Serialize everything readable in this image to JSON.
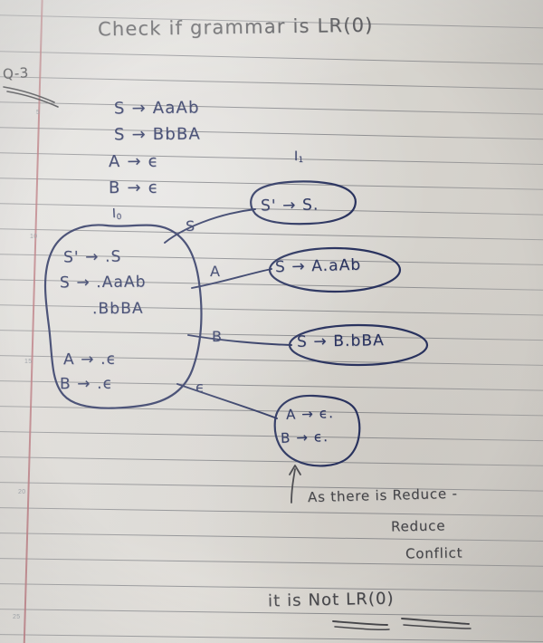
{
  "page": {
    "medium": "handwritten-notebook-page",
    "ink_color": "#2b3563",
    "pencil_color": "#4a4a4e",
    "paper_color": "#e6e4e0",
    "rule_color": "#6e7076",
    "margin_color": "#c4767c"
  },
  "title": "Check if grammar is LR(0)",
  "question_label": "Q-3",
  "line_numbers": [
    "5",
    "10",
    "15",
    "20",
    "25"
  ],
  "grammar": {
    "productions": [
      "S → AaAb",
      "S → BbBA",
      "A → ϵ",
      "B → ϵ"
    ]
  },
  "automaton": {
    "states": [
      {
        "id": "I0",
        "label": "I",
        "label_sub": "0",
        "items": [
          "S' → .S",
          "S → .AaAb",
          ".BbBA",
          "A → .ϵ",
          "B → .ϵ"
        ]
      },
      {
        "id": "I1",
        "label": "I",
        "label_sub": "1",
        "items": [
          "S' → S."
        ]
      },
      {
        "id": "I2",
        "label": "",
        "label_sub": "",
        "items": [
          "S → A.aAb"
        ]
      },
      {
        "id": "I3",
        "label": "",
        "label_sub": "",
        "items": [
          "S → B.bBA"
        ]
      },
      {
        "id": "I4",
        "label": "",
        "label_sub": "",
        "items": [
          "A → ϵ.",
          "B → ϵ."
        ]
      }
    ],
    "transitions": [
      {
        "from": "I0",
        "to": "I1",
        "symbol": "S"
      },
      {
        "from": "I0",
        "to": "I2",
        "symbol": "A"
      },
      {
        "from": "I0",
        "to": "I3",
        "symbol": "B"
      },
      {
        "from": "I0",
        "to": "I4",
        "symbol": "ϵ"
      }
    ]
  },
  "annotation": {
    "lines": [
      "As there is Reduce -",
      "Reduce",
      "Conflict"
    ]
  },
  "conclusion": {
    "text": "it is Not LR(0)",
    "underlined_terms": [
      "Not",
      "LR(0)"
    ]
  }
}
